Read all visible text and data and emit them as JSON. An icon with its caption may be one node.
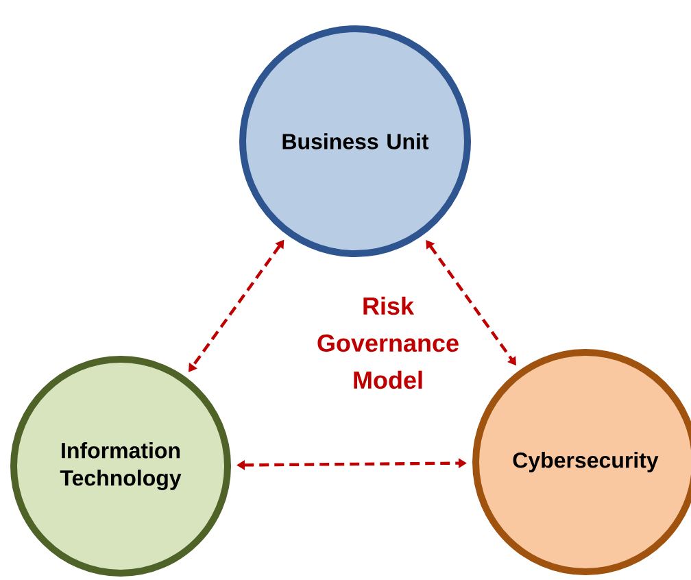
{
  "diagram": {
    "nodes": [
      {
        "text": [
          "Business Unit"
        ]
      },
      {
        "text": [
          "Information Technology"
        ]
      },
      {
        "text": [
          "Cybersecurity"
        ]
      }
    ],
    "edges": [
      {
        "from": 0,
        "to": 1,
        "arrow": "both",
        "style": "dashed",
        "color": "#c00000"
      },
      {
        "from": 0,
        "to": 2,
        "arrow": "both",
        "style": "dashed",
        "color": "#c00000"
      },
      {
        "from": 1,
        "to": 2,
        "arrow": "both",
        "style": "dashed",
        "color": "#c00000"
      }
    ],
    "labels": [
      "Risk Governance Model"
    ]
  }
}
